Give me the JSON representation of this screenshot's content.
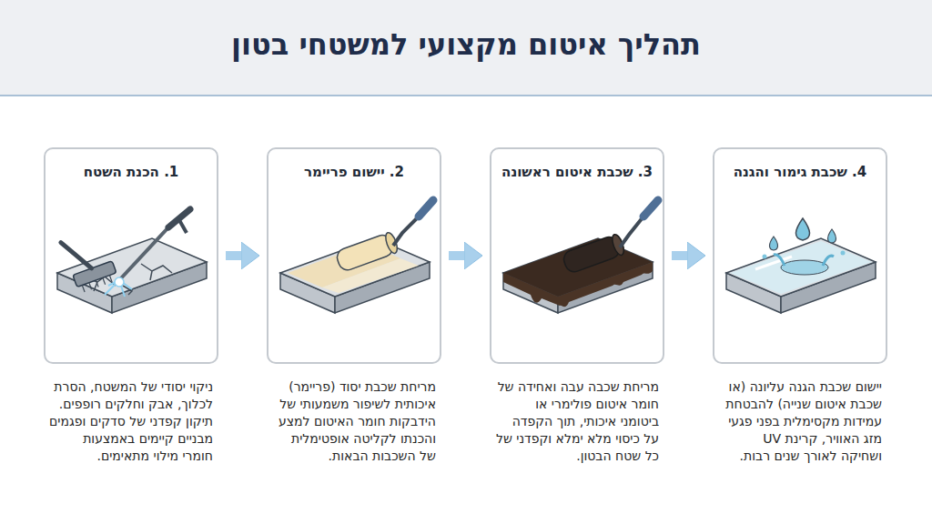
{
  "diagram": {
    "title": "תהליך איטום מקצועי למשטחי בטון",
    "nodes": [
      {
        "text": [
          "1. הכנת השטח",
          "ניקוי יסודי של המשטח, הסרת לכלוך, אבק וחלקים רופפים. תיקון קפדני של סדקים ופגמים מבניים קיימים באמצעות חומרי מילוי מתאימים."
        ]
      },
      {
        "text": [
          "2. יישום פריימר",
          "מריחת שכבת יסוד (פריימר) איכותית לשיפור משמעותי של הידבקות חומר האיטום למצע והכנתו לקליטה אופטימלית של השכבות הבאות."
        ]
      },
      {
        "text": [
          "3. שכבת איטום ראשונה",
          "מריחת שכבה עבה ואחידה של חומר איטום פולימרי או ביטומני איכותי, תוך הקפדה על כיסוי מלא ימלא וקפדני של כל שטח הבטון."
        ]
      },
      {
        "text": [
          "4. שכבת גימור והגנה",
          "יישום שכבת הגנה עליונה (או שכבת איטום שנייה) להבטחת עמידות מקסימלית בפני פגעי מזג האוויר, קרינת UV ושחיקה לאורך שנים רבות."
        ]
      }
    ],
    "edges": [
      {
        "from": 0,
        "to": 1,
        "arrow": "to"
      },
      {
        "from": 1,
        "to": 2,
        "arrow": "to"
      },
      {
        "from": 2,
        "to": 3,
        "arrow": "to"
      }
    ]
  }
}
